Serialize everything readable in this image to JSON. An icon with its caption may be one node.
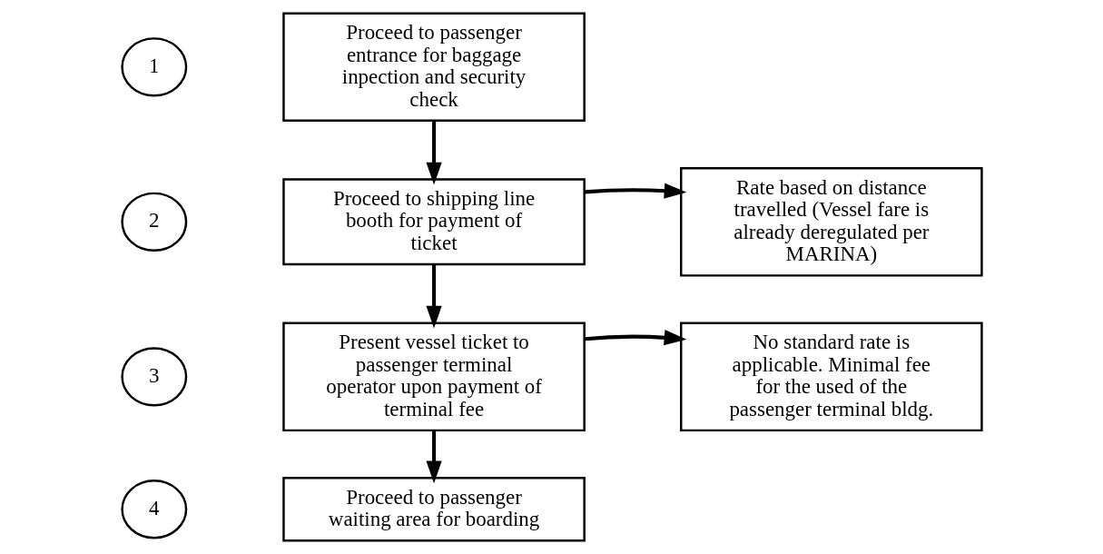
{
  "diagram": {
    "nodes": [
      {
        "text": [
          "1"
        ]
      },
      {
        "text": [
          "Proceed to passenger entrance for baggage inpection and security check"
        ]
      },
      {
        "text": [
          "2"
        ]
      },
      {
        "text": [
          "Proceed to shipping line booth for payment of ticket"
        ]
      },
      {
        "text": [
          "Rate based on distance travelled (Vessel fare is already deregulated per MARINA)"
        ]
      },
      {
        "text": [
          "3"
        ]
      },
      {
        "text": [
          "Present vessel ticket to passenger terminal operator upon payment of terminal fee"
        ]
      },
      {
        "text": [
          "No standard rate is applicable. Minimal fee for the used of the passenger terminal bldg."
        ]
      },
      {
        "text": [
          "4"
        ]
      },
      {
        "text": [
          "Proceed to passenger waiting area for boarding"
        ]
      }
    ],
    "edges": [
      {
        "from": 1,
        "to": 3,
        "arrow": "to"
      },
      {
        "from": 3,
        "to": 4,
        "arrow": "to"
      },
      {
        "from": 3,
        "to": 6,
        "arrow": "to"
      },
      {
        "from": 6,
        "to": 7,
        "arrow": "to"
      },
      {
        "from": 6,
        "to": 9,
        "arrow": "to"
      }
    ]
  }
}
